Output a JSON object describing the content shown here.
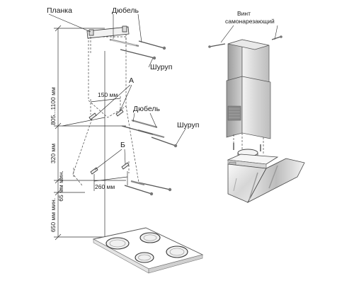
{
  "labels": {
    "planka": "Планка",
    "dubel_top": "Дюбель",
    "shurup_top": "Шуруп",
    "a": "А",
    "dubel_mid": "Дюбель",
    "shurup_mid": "Шуруп",
    "b": "Б",
    "vint_line1": "Винт",
    "vint_line2": "самонарезающий"
  },
  "dimensions": {
    "d150": "150 мм",
    "d260": "260 мм",
    "v805": "805...1100 мм",
    "v320": "320 мм",
    "v65": "65 мм мин.",
    "v650": "650 мм мин."
  }
}
